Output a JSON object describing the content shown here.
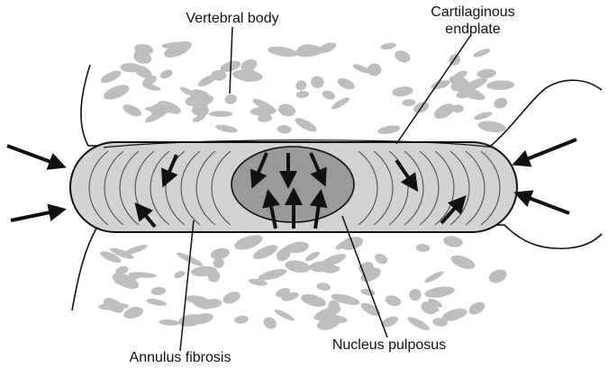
{
  "labels": {
    "vertebral_body": "Vertebral body",
    "cartilaginous_line1": "Cartilaginous",
    "cartilaginous_line2": "endplate",
    "annulus_fibrosis": "Annulus fibrosis",
    "nucleus_pulposus": "Nucleus pulposus"
  },
  "colors": {
    "disc_fill": "#d2d2d2",
    "nucleus_fill": "#9a9a9a",
    "bone_spot": "#bdbdbd",
    "line": "#111111",
    "background": "#ffffff"
  }
}
